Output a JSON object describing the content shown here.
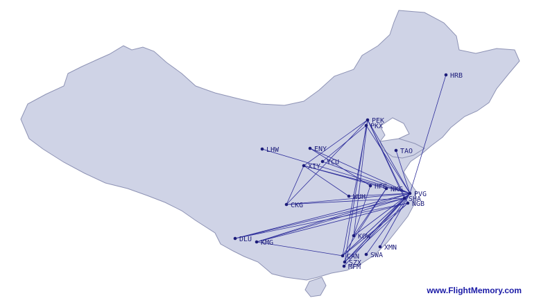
{
  "credit": "www.FlightMemory.com",
  "colors": {
    "land": "#cfd3e6",
    "coast": "#8d92b4",
    "route": "#2c2c9a",
    "airport": "#1c1c7a",
    "credit": "#1a1aa6"
  },
  "airports": [
    {
      "code": "HRB"
    },
    {
      "code": "PEK"
    },
    {
      "code": "PKX"
    },
    {
      "code": "TAO"
    },
    {
      "code": "LHW"
    },
    {
      "code": "ENY"
    },
    {
      "code": "YCU"
    },
    {
      "code": "XIY"
    },
    {
      "code": "HFE"
    },
    {
      "code": "NKG"
    },
    {
      "code": "PVG"
    },
    {
      "code": "SHA"
    },
    {
      "code": "NGB"
    },
    {
      "code": "WUH"
    },
    {
      "code": "CKG"
    },
    {
      "code": "DLU"
    },
    {
      "code": "KMG"
    },
    {
      "code": "KOW"
    },
    {
      "code": "XMN"
    },
    {
      "code": "SWA"
    },
    {
      "code": "CAN"
    },
    {
      "code": "SZX"
    },
    {
      "code": "MFM"
    }
  ],
  "routes": [
    [
      "PVG",
      "HRB"
    ],
    [
      "PVG",
      "PEK"
    ],
    [
      "PVG",
      "PKX"
    ],
    [
      "PVG",
      "TAO"
    ],
    [
      "PVG",
      "LHW"
    ],
    [
      "PVG",
      "ENY"
    ],
    [
      "PVG",
      "YCU"
    ],
    [
      "PVG",
      "XIY"
    ],
    [
      "PVG",
      "WUH"
    ],
    [
      "PVG",
      "CKG"
    ],
    [
      "PVG",
      "DLU"
    ],
    [
      "PVG",
      "KMG"
    ],
    [
      "PVG",
      "KOW"
    ],
    [
      "PVG",
      "XMN"
    ],
    [
      "PVG",
      "SWA"
    ],
    [
      "PVG",
      "CAN"
    ],
    [
      "PVG",
      "SZX"
    ],
    [
      "PVG",
      "MFM"
    ],
    [
      "SHA",
      "PEK"
    ],
    [
      "SHA",
      "CAN"
    ],
    [
      "SHA",
      "SZX"
    ],
    [
      "SHA",
      "KMG"
    ],
    [
      "SHA",
      "CKG"
    ],
    [
      "NGB",
      "PEK"
    ],
    [
      "NGB",
      "CAN"
    ],
    [
      "NGB",
      "SZX"
    ],
    [
      "NGB",
      "KMG"
    ],
    [
      "NGB",
      "DLU"
    ],
    [
      "PEK",
      "XIY"
    ],
    [
      "PEK",
      "CKG"
    ],
    [
      "PEK",
      "CAN"
    ],
    [
      "PEK",
      "KOW"
    ],
    [
      "PKX",
      "SZX"
    ],
    [
      "XIY",
      "CKG"
    ],
    [
      "XIY",
      "WUH"
    ],
    [
      "XIY",
      "NKG"
    ],
    [
      "YCU",
      "PKX"
    ],
    [
      "ENY",
      "HFE"
    ],
    [
      "KOW",
      "NKG"
    ],
    [
      "CAN",
      "NKG"
    ],
    [
      "SZX",
      "HFE"
    ],
    [
      "KMG",
      "CAN"
    ],
    [
      "DLU",
      "SHA"
    ]
  ]
}
